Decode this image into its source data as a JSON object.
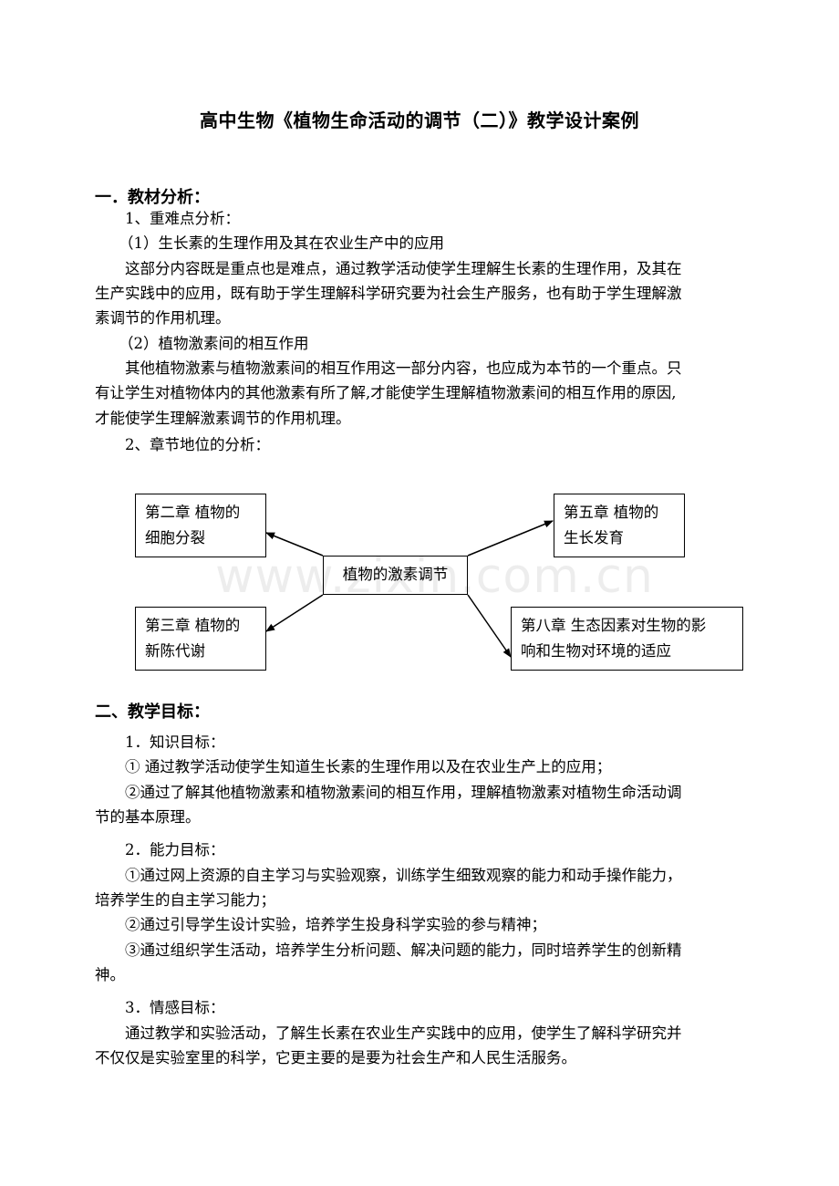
{
  "title": "高中生物《植物生命活动的调节（二）》教学设计案例",
  "section1": {
    "heading": "一．教材分析：",
    "sub1": "1、重难点分析：",
    "point1": "（1）生长素的生理作用及其在农业生产中的应用",
    "para1": [
      "这部分内容既是重点也是难点，通过教学活动使学生理解生长素的生理作用，及其在",
      "生产实践中的应用，既有助于学生理解科学研究要为社会生产服务，也有助于学生理解激",
      "素调节的作用机理。"
    ],
    "point2": "（2）植物激素间的相互作用",
    "para2": [
      "其他植物激素与植物激素间的相互作用这一部分内容，也应成为本节的一个重点。只",
      "有让学生对植物体内的其他激素有所了解,才能使学生理解植物激素间的相互作用的原因,",
      "才能使学生理解激素调节的作用机理。"
    ],
    "sub2": "2、章节地位的分析："
  },
  "diagram": {
    "center": "植物的激素调节",
    "top_left": [
      "第二章  植物的",
      "细胞分裂"
    ],
    "bottom_left": [
      "第三章  植物的",
      "新陈代谢"
    ],
    "top_right": [
      "第五章  植物的",
      "生长发育"
    ],
    "bottom_right": [
      "第八章  生态因素对生物的影",
      "响和生物对环境的适应"
    ]
  },
  "watermark": "www.zixin.com.cn",
  "section2": {
    "heading": "二、教学目标：",
    "knowledge_title": "1．知识目标：",
    "knowledge": [
      "①  通过教学活动使学生知道生长素的生理作用以及在农业生产上的应用；",
      "②通过了解其他植物激素和植物激素间的相互作用，理解植物激素对植物生命活动调",
      "节的基本原理。"
    ],
    "ability_title": "2．能力目标：",
    "ability": [
      "①通过网上资源的自主学习与实验观察，训练学生细致观察的能力和动手操作能力，",
      "培养学生的自主学习能力；",
      "②通过引导学生设计实验，培养学生投身科学实验的参与精神；",
      "③通过组织学生活动，培养学生分析问题、解决问题的能力，同时培养学生的创新精",
      "神。"
    ],
    "emotion_title": "3．情感目标：",
    "emotion": [
      "通过教学和实验活动，了解生长素在农业生产实践中的应用，使学生了解科学研究并",
      "不仅仅是实验室里的科学，它更主要的是要为社会生产和人民生活服务。"
    ]
  }
}
